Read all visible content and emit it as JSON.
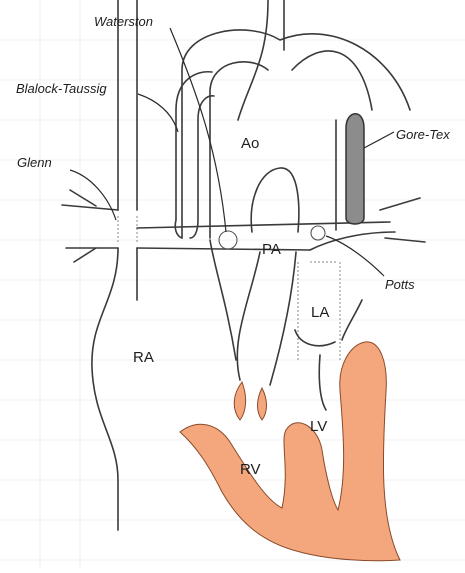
{
  "labels": {
    "waterston": "Waterston",
    "blalock_taussig": "Blalock-Taussig",
    "glenn": "Glenn",
    "gore_tex": "Gore-Tex",
    "potts": "Potts",
    "ao": "Ao",
    "pa": "PA",
    "la": "LA",
    "ra": "RA",
    "lv": "LV",
    "rv": "RV"
  },
  "colors": {
    "myocardium": "#f4a77c",
    "myocardium_stroke": "#8a4a2a",
    "gore_tex_graft": "#8c8c8c",
    "outline": "#3a3a3a"
  }
}
